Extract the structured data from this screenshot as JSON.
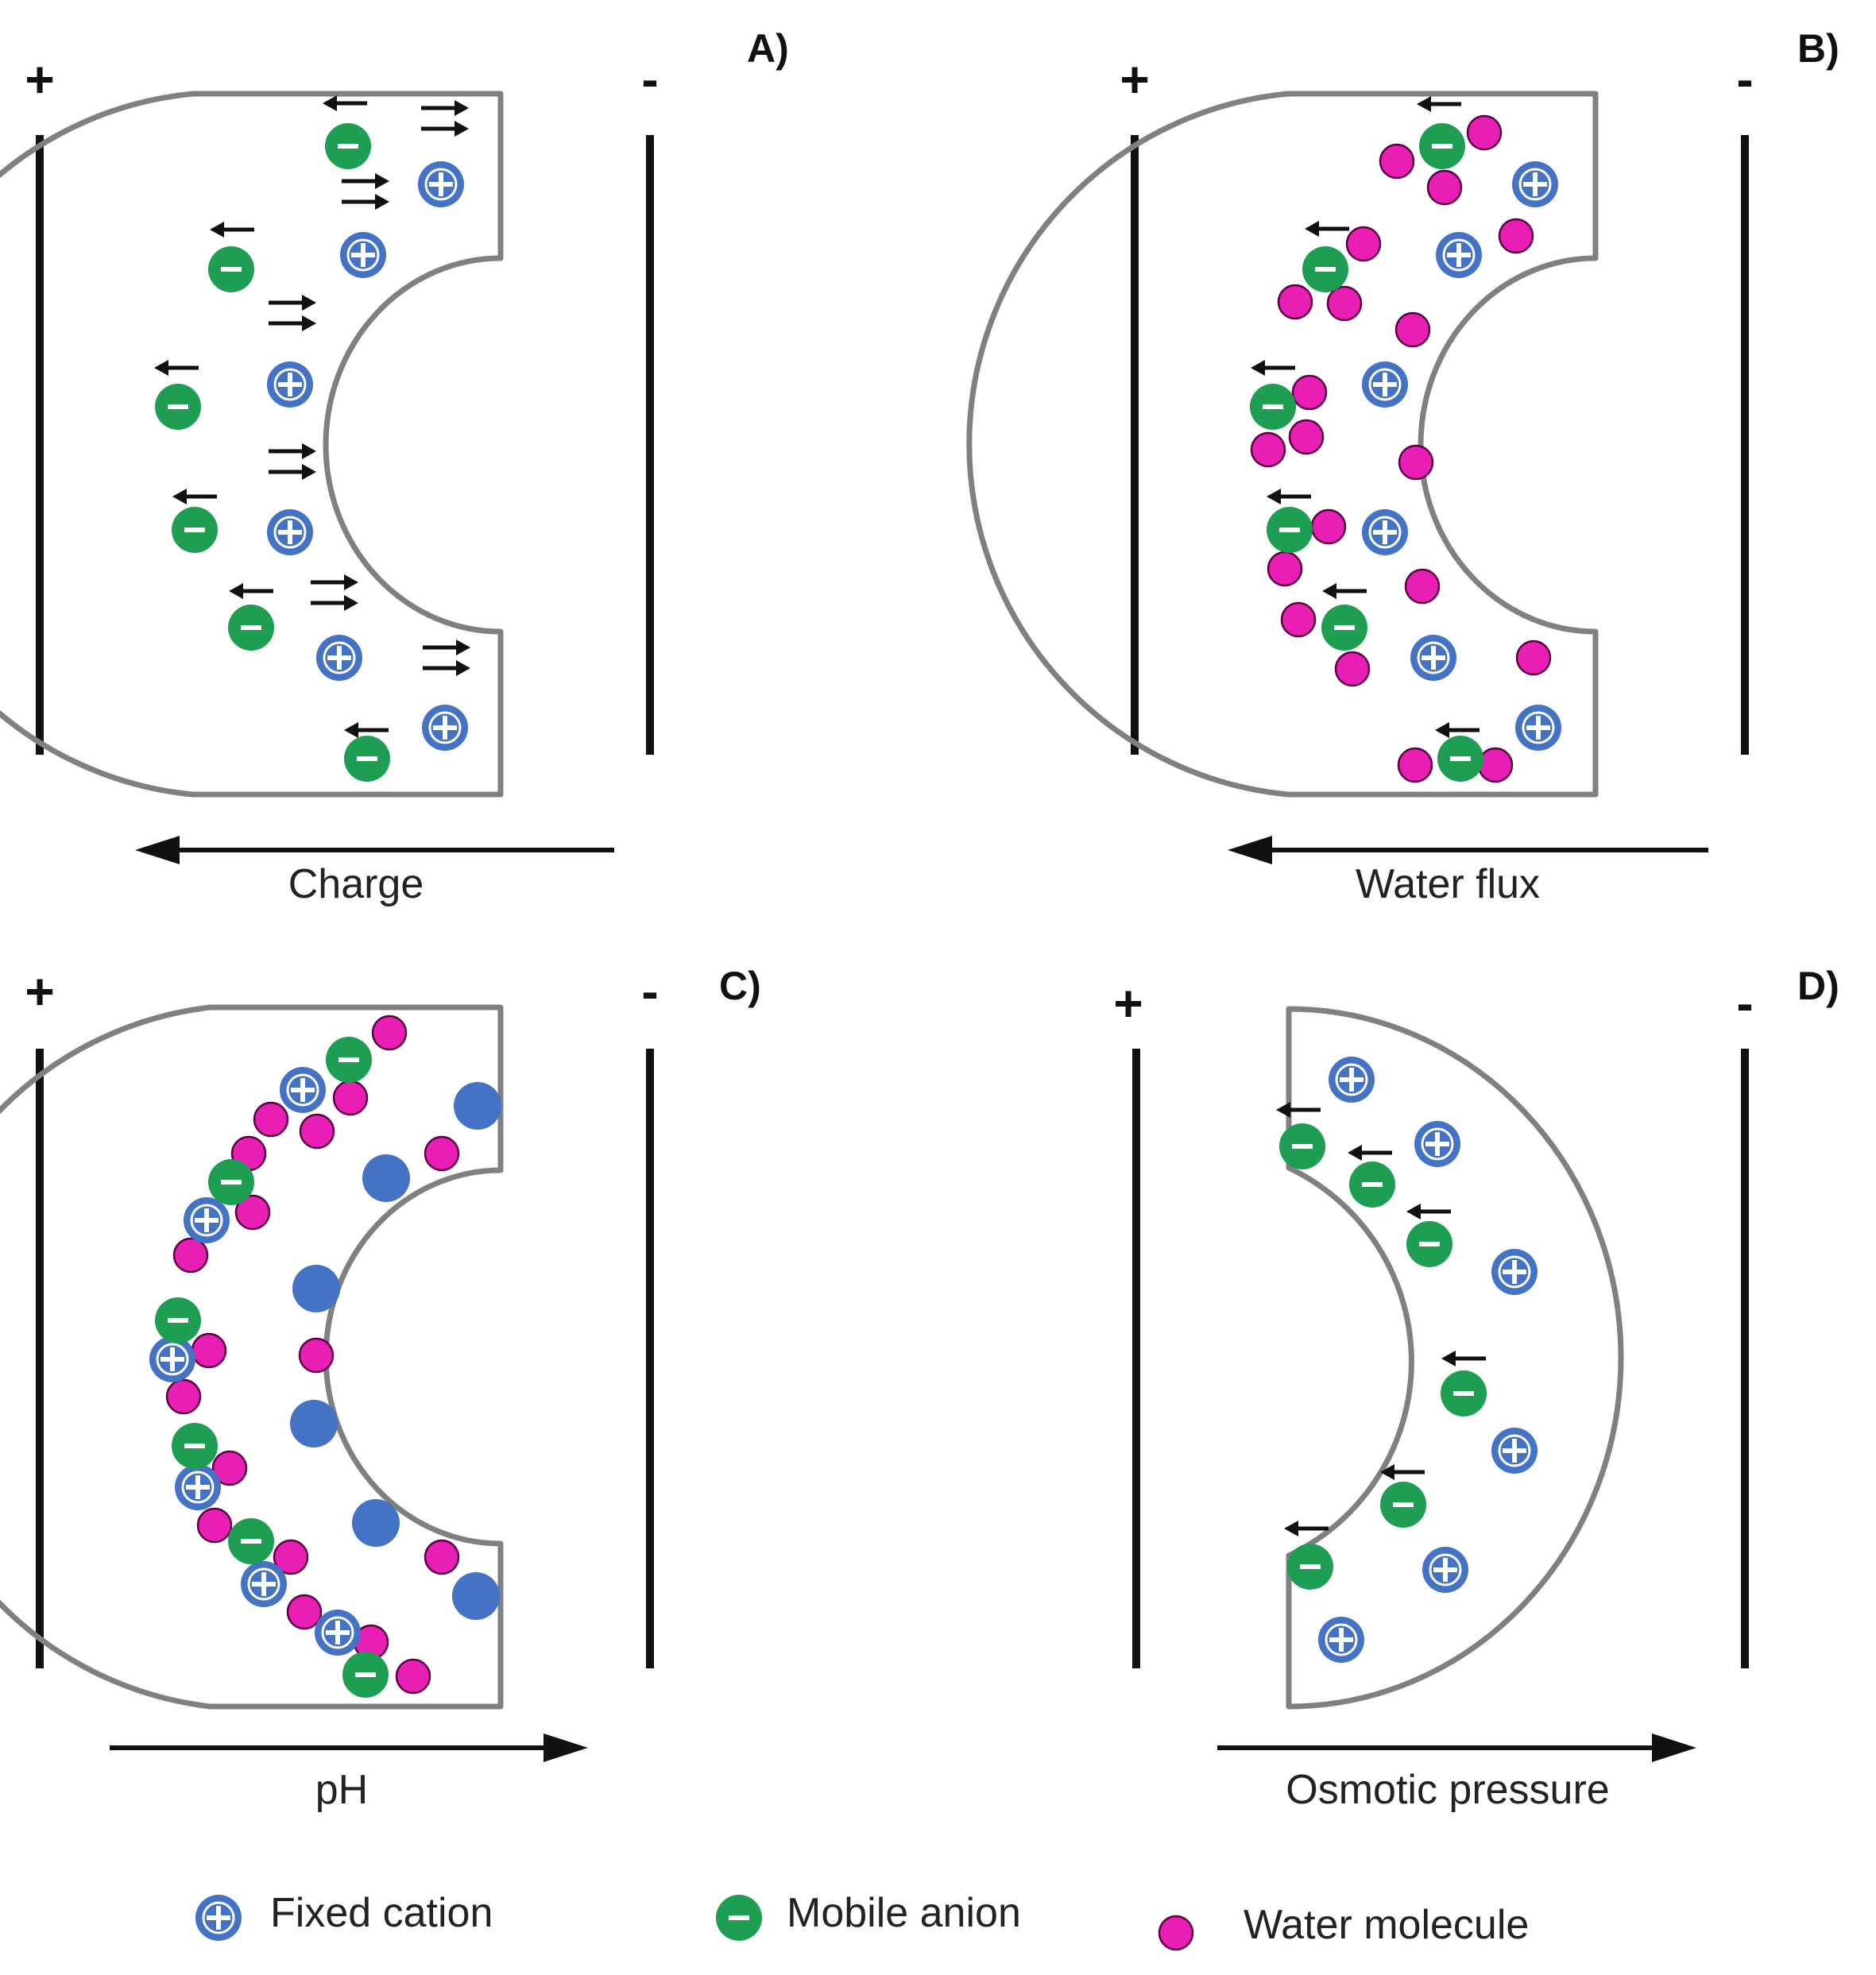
{
  "colors": {
    "cation": "#4472C4",
    "anion": "#1E9E52",
    "water": "#E91FB5",
    "outline": "#808080",
    "ink": "#111111"
  },
  "panels": [
    {
      "id": "A",
      "letter": "A)",
      "label": "Charge",
      "arrow": "left",
      "plus": "+",
      "minus": "-",
      "shape": "c",
      "cations": [
        [
          555,
          232
        ],
        [
          457,
          321
        ],
        [
          365,
          484
        ],
        [
          365,
          670
        ],
        [
          427,
          828
        ],
        [
          560,
          916
        ]
      ],
      "anions": [
        [
          438,
          184
        ],
        [
          291,
          339
        ],
        [
          224,
          512
        ],
        [
          245,
          667
        ],
        [
          316,
          790
        ],
        [
          462,
          955
        ]
      ],
      "water": [],
      "blobs": [],
      "left_arrows": [
        [
          438,
          130
        ],
        [
          296,
          289
        ],
        [
          226,
          463
        ],
        [
          249,
          625
        ],
        [
          320,
          744
        ],
        [
          465,
          919
        ]
      ],
      "double_arrows": [
        [
          560,
          148
        ],
        [
          460,
          240
        ],
        [
          368,
          393
        ],
        [
          368,
          580
        ],
        [
          421,
          745
        ],
        [
          562,
          827
        ]
      ]
    },
    {
      "id": "B",
      "letter": "B)",
      "label": "Water flux",
      "arrow": "left",
      "plus": "+",
      "minus": "-",
      "shape": "c",
      "cations": [
        [
          1932,
          232
        ],
        [
          1836,
          321
        ],
        [
          1743,
          484
        ],
        [
          1743,
          670
        ],
        [
          1804,
          828
        ],
        [
          1936,
          916
        ]
      ],
      "anions": [
        [
          1815,
          184
        ],
        [
          1668,
          339
        ],
        [
          1602,
          512
        ],
        [
          1623,
          667
        ],
        [
          1692,
          790
        ],
        [
          1838,
          955
        ]
      ],
      "water": [
        [
          1758,
          203
        ],
        [
          1868,
          167
        ],
        [
          1818,
          236
        ],
        [
          1908,
          297
        ],
        [
          1716,
          307
        ],
        [
          1630,
          380
        ],
        [
          1692,
          382
        ],
        [
          1778,
          415
        ],
        [
          1648,
          494
        ],
        [
          1596,
          566
        ],
        [
          1644,
          550
        ],
        [
          1782,
          582
        ],
        [
          1672,
          663
        ],
        [
          1617,
          716
        ],
        [
          1634,
          780
        ],
        [
          1790,
          738
        ],
        [
          1702,
          842
        ],
        [
          1930,
          828
        ],
        [
          1781,
          963
        ],
        [
          1882,
          963
        ]
      ],
      "blobs": [],
      "left_arrows": [
        [
          1815,
          131
        ],
        [
          1674,
          288
        ],
        [
          1606,
          463
        ],
        [
          1626,
          625
        ],
        [
          1696,
          744
        ],
        [
          1838,
          919
        ]
      ],
      "double_arrows": []
    },
    {
      "id": "C",
      "letter": "C)",
      "label": "pH",
      "arrow": "right",
      "plus": "+",
      "minus": "-",
      "shape": "c",
      "cations": [
        [
          381,
          1372
        ],
        [
          260,
          1536
        ],
        [
          217,
          1711
        ],
        [
          249,
          1872
        ],
        [
          332,
          1994
        ],
        [
          425,
          2055
        ]
      ],
      "anions": [
        [
          439,
          1334
        ],
        [
          291,
          1488
        ],
        [
          224,
          1662
        ],
        [
          245,
          1820
        ],
        [
          316,
          1940
        ],
        [
          460,
          2108
        ]
      ],
      "water": [
        [
          490,
          1300
        ],
        [
          441,
          1382
        ],
        [
          399,
          1424
        ],
        [
          341,
          1409
        ],
        [
          313,
          1452
        ],
        [
          318,
          1526
        ],
        [
          240,
          1580
        ],
        [
          263,
          1700
        ],
        [
          231,
          1758
        ],
        [
          398,
          1706
        ],
        [
          289,
          1848
        ],
        [
          270,
          1920
        ],
        [
          366,
          1960
        ],
        [
          383,
          2029
        ],
        [
          467,
          2067
        ],
        [
          520,
          2110
        ],
        [
          556,
          1960
        ],
        [
          556,
          1452
        ]
      ],
      "blobs": [
        [
          601,
          1392
        ],
        [
          486,
          1483
        ],
        [
          398,
          1622
        ],
        [
          395,
          1792
        ],
        [
          473,
          1917
        ],
        [
          599,
          2009
        ]
      ],
      "left_arrows": [],
      "double_arrows": []
    },
    {
      "id": "D",
      "letter": "D)",
      "label": "Osmotic pressure",
      "arrow": "right",
      "plus": "+",
      "minus": "-",
      "shape": "d",
      "cations": [
        [
          1701,
          1359
        ],
        [
          1809,
          1440
        ],
        [
          1906,
          1601
        ],
        [
          1906,
          1826
        ],
        [
          1819,
          1976
        ],
        [
          1688,
          2064
        ]
      ],
      "anions": [
        [
          1639,
          1443
        ],
        [
          1727,
          1491
        ],
        [
          1799,
          1566
        ],
        [
          1842,
          1754
        ],
        [
          1766,
          1894
        ],
        [
          1649,
          1972
        ]
      ],
      "water": [],
      "blobs": [],
      "left_arrows": [
        [
          1638,
          1397
        ],
        [
          1728,
          1451
        ],
        [
          1802,
          1525
        ],
        [
          1846,
          1710
        ],
        [
          1769,
          1853
        ],
        [
          1648,
          1924
        ]
      ],
      "double_arrows": []
    }
  ],
  "legend": {
    "cation_label": "Fixed cation",
    "anion_label": "Mobile anion",
    "water_label": "Water molecule"
  }
}
